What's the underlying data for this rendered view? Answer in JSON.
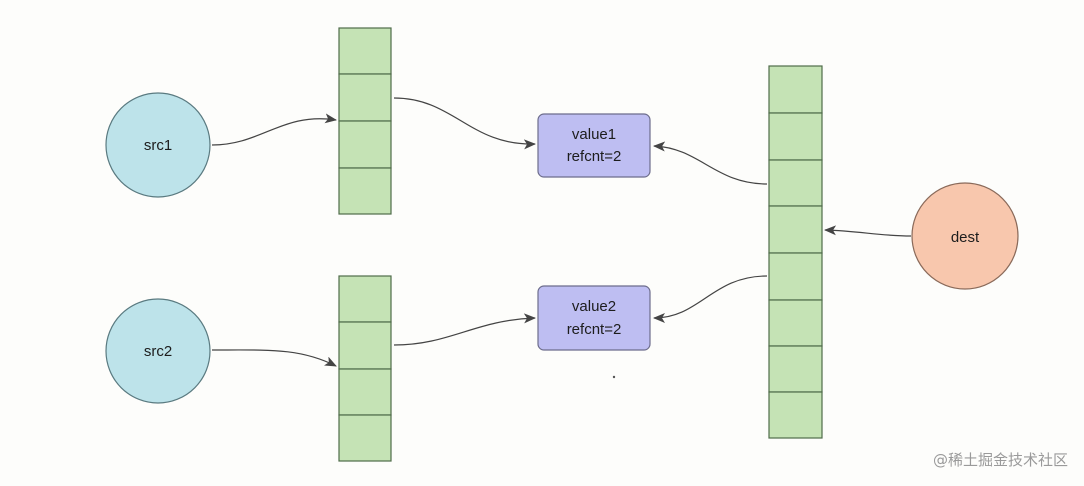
{
  "nodes": {
    "src1": {
      "label": "src1",
      "color": "#bde3ea"
    },
    "src2": {
      "label": "src2",
      "color": "#bde3ea"
    },
    "dest": {
      "label": "dest",
      "color": "#f8c7ad"
    }
  },
  "values": {
    "value1": {
      "line1": "value1",
      "line2": "refcnt=2"
    },
    "value2": {
      "line1": "value2",
      "line2": "refcnt=2"
    }
  },
  "arrays": {
    "src1_array": {
      "cells": 4
    },
    "src2_array": {
      "cells": 4
    },
    "dest_array": {
      "cells": 8
    }
  },
  "colors": {
    "cell_fill": "#c5e3b5",
    "cell_stroke": "#4f6c4a",
    "value_fill": "#bebef2",
    "value_stroke": "#6d6d8c",
    "edge": "#444444"
  },
  "watermark": "@稀土掘金技术社区"
}
